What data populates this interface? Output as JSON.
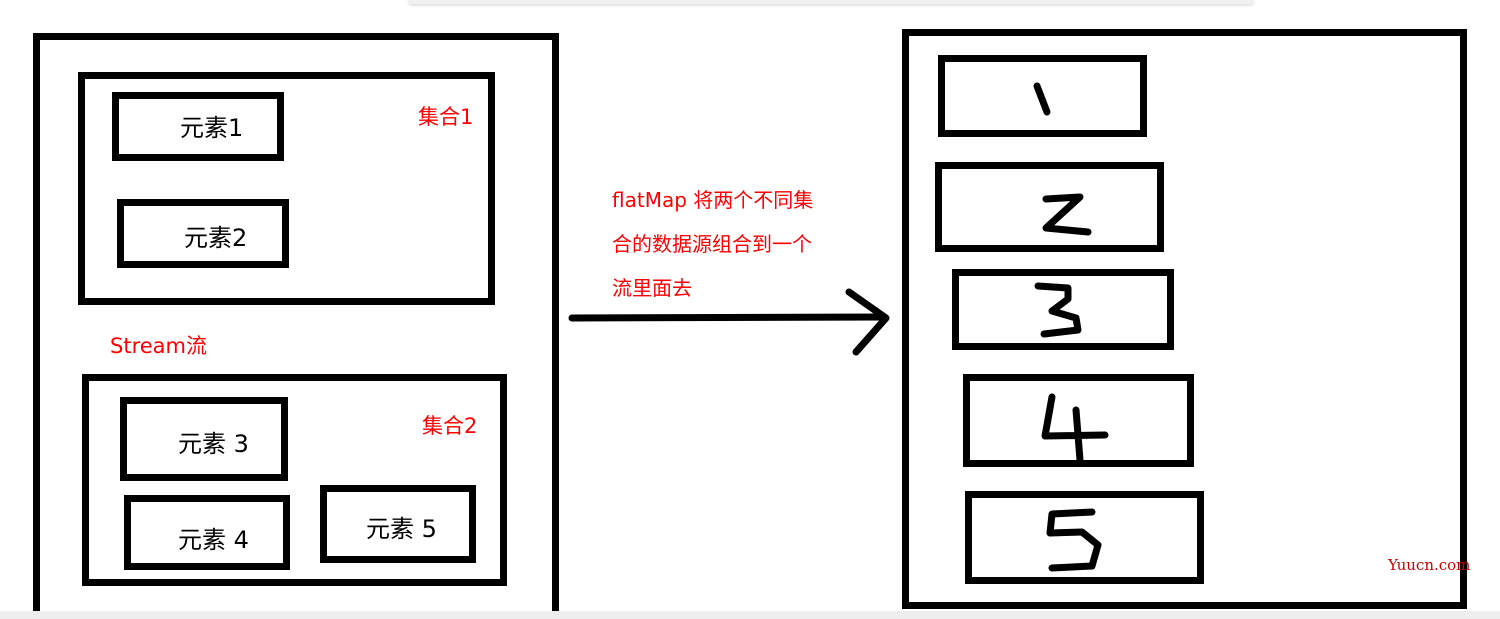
{
  "left_panel": {
    "collection1": {
      "label": "集合1",
      "elements": [
        "元素1",
        "元素2"
      ]
    },
    "stream_label": "Stream流",
    "collection2": {
      "label": "集合2",
      "elements": [
        "元素 3",
        "元素 4",
        "元素 5"
      ]
    }
  },
  "arrow_note": {
    "lines": [
      "flatMap 将两个不同集",
      "合的数据源组合到一个",
      "流里面去"
    ]
  },
  "right_panel": {
    "items": [
      "1",
      "2",
      "3",
      "4",
      "5"
    ]
  },
  "watermark": "Yuucn.com",
  "colors": {
    "stroke": "#000000",
    "annotation": "#ff0000",
    "watermark": "#cc0000"
  }
}
